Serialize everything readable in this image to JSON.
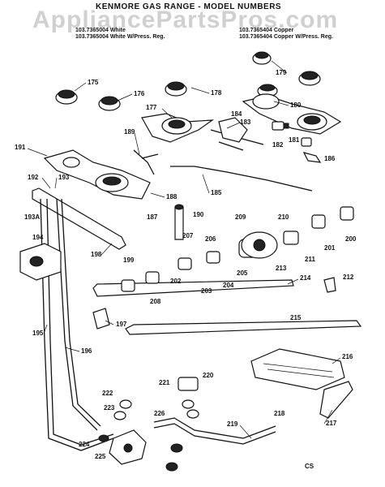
{
  "header": {
    "title": "KENMORE GAS RANGE - MODEL NUMBERS",
    "model_line_1a": "103.7365004 White",
    "model_line_1b": "103.7365404 Copper",
    "model_line_2a": "103.7365004 White W/Press. Reg.",
    "model_line_2b": "103.7365404 Copper W/Press. Reg."
  },
  "watermark": "AppliancePartsPros.com",
  "corner_code": "CS",
  "labels": [
    "175",
    "176",
    "177",
    "178",
    "179",
    "180",
    "181",
    "182",
    "183",
    "184",
    "185",
    "186",
    "187",
    "188",
    "189",
    "190",
    "191",
    "192",
    "193",
    "193A",
    "194",
    "195",
    "196",
    "197",
    "198",
    "199",
    "200",
    "201",
    "202",
    "203",
    "204",
    "205",
    "206",
    "207",
    "208",
    "209",
    "210",
    "211",
    "212",
    "213",
    "214",
    "215",
    "216",
    "217",
    "218",
    "219",
    "220",
    "221",
    "222",
    "223",
    "224",
    "225",
    "226"
  ]
}
